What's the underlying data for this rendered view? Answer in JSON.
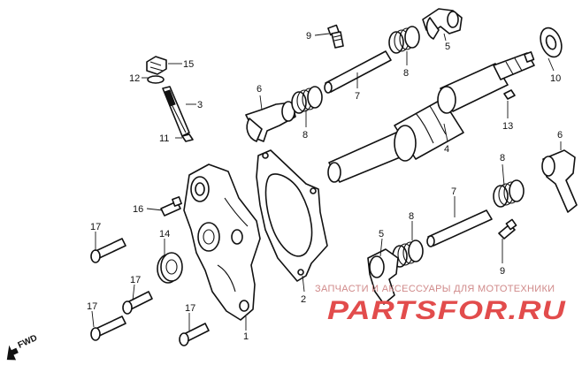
{
  "callouts": {
    "c1": "1",
    "c2": "2",
    "c3": "3",
    "c4": "4",
    "c5a": "5",
    "c5b": "5",
    "c6a": "6",
    "c6b": "6",
    "c7a": "7",
    "c7b": "7",
    "c8a": "8",
    "c8b": "8",
    "c8c": "8",
    "c8d": "8",
    "c9a": "9",
    "c9b": "9",
    "c10": "10",
    "c11": "11",
    "c12": "12",
    "c13": "13",
    "c14": "14",
    "c15": "15",
    "c16": "16",
    "c17a": "17",
    "c17b": "17",
    "c17c": "17",
    "c17d": "17"
  },
  "direction_label": "FWD",
  "watermark": {
    "caption": "ЗАПЧАСТИ И АКСЕССУАРЫ ДЛЯ МОТОТЕХНИКИ",
    "brand": "PARTSFOR.RU"
  },
  "colors": {
    "line": "#111111",
    "watermark_red": "#e24c4c",
    "watermark_caption": "#d08a8a"
  }
}
